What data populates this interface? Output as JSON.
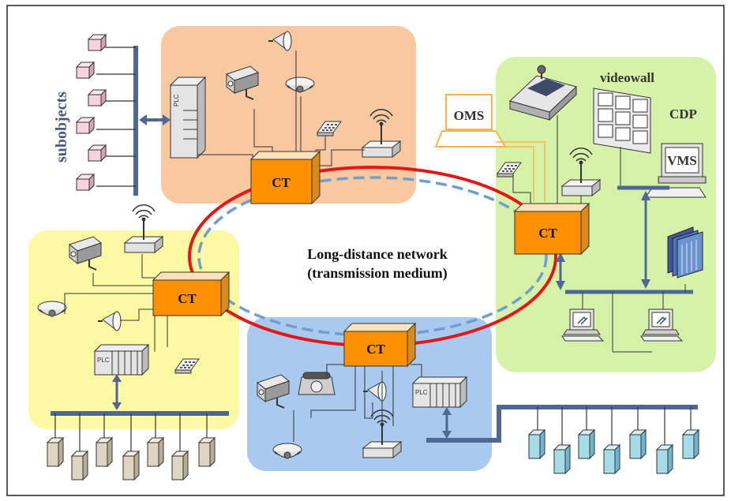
{
  "network": {
    "title_line1": "Long-distance network",
    "title_line2": "(transmission medium)"
  },
  "ct_label": "CT",
  "plc_label": "PLC",
  "labels": {
    "subobjects": "subobjects",
    "oms": "OMS",
    "videowall": "videowall",
    "cdp": "CDP",
    "vms": "VMS"
  },
  "colors": {
    "zone_top": "#f8c9a0",
    "zone_left": "#fdf8a3",
    "zone_bottom": "#a9c9ef",
    "zone_right": "#d6f2a8",
    "ring_red": "#e41616",
    "ring_blue": "#6f9fd0",
    "ct_orange": "#ff9000",
    "bus_blue": "#4e6796",
    "oms_line": "#ffb24d"
  }
}
